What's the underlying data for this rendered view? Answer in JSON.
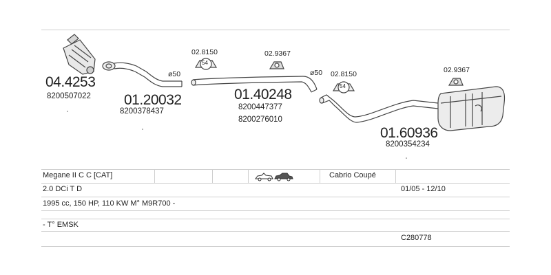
{
  "parts": {
    "catalyst": {
      "number": "04.4253",
      "oem": "8200507022"
    },
    "front_pipe": {
      "number": "01.20032",
      "oem": "8200378437"
    },
    "mid_silencer": {
      "number": "01.40248",
      "oem": [
        "8200447377",
        "8200276010"
      ]
    },
    "rear_silencer": {
      "number": "01.60936",
      "oem": "8200354234"
    }
  },
  "mounts": [
    {
      "number": "02.8150",
      "badge": "54"
    },
    {
      "number": "02.9367"
    },
    {
      "number": "02.8150",
      "badge": "54"
    },
    {
      "number": "02.9367"
    }
  ],
  "diameters": [
    "ø50",
    "ø50"
  ],
  "vehicle": {
    "model": "Megane II C C  [CAT]",
    "body_type": "Cabrio Coupé",
    "engine": "2.0 DCi T D",
    "years": "01/05 - 12/10",
    "spec": "1995 cc, 150 HP, 110 KW M° M9R700 -",
    "note": "- T° EMSK",
    "code": "C280778"
  }
}
